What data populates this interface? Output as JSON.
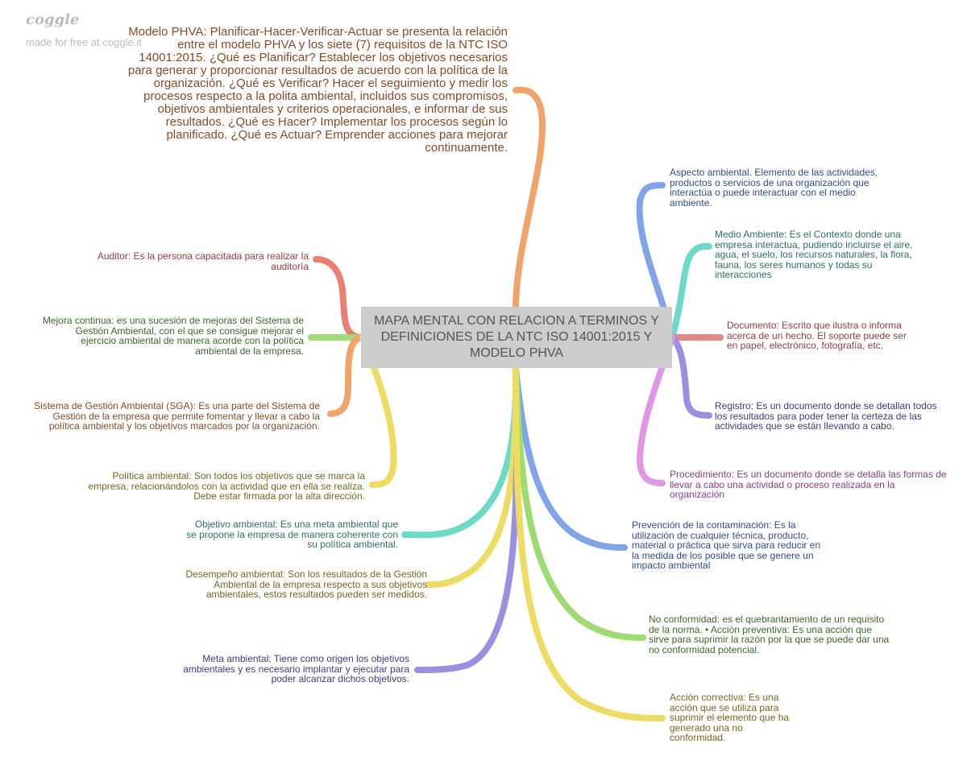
{
  "brand": {
    "logo": "coggle",
    "note": "made for free at coggle.it"
  },
  "center": "MAPA MENTAL CON RELACION A TERMINOS Y DEFINICIONES DE LA NTC ISO 14001:2015 Y MODELO PHVA",
  "colors": {
    "orange": "#f0a46a",
    "blue": "#80a4e8",
    "teal": "#6cdac8",
    "red": "#ea8072",
    "purple": "#9890e0",
    "pink": "#e098e6",
    "green": "#9cdc70",
    "yellow": "#ecdc62",
    "salmon": "#e48880",
    "center_bg": "#cccccc"
  },
  "nodes": {
    "phva": "Modelo PHVA: Planificar-Hacer-Verificar-Actuar se presenta la relación entre el modelo PHVA y los siete (7) requisitos de la NTC ISO 14001:2015. ¿Qué es Planificar? Establecer los objetivos necesarios para generar y proporcionar resultados de acuerdo con la política de la organización. ¿Qué es Verificar? Hacer el seguimiento y medir los procesos respecto a la polita ambiental, incluidos sus compromisos, objetivos ambientales y criterios operacionales, e informar de sus resultados. ¿Qué es Hacer? Implementar los procesos según lo planificado. ¿Qué es Actuar? Emprender acciones para mejorar continuamente.",
    "auditor": "Auditor: Es la persona capacitada para realizar la auditoría",
    "mejora": "Mejora continua: es una sucesión de mejoras del Sistema de Gestión Ambiental, con el que se consigue mejorar el ejercicio ambiental de manera acorde con la política ambiental de la empresa.",
    "sga": "Sistema de Gestión Ambiental (SGA): Es una parte del Sistema de Gestión de la empresa que permite fomentar y llevar a cabo la política ambiental y los objetivos marcados por la organización.",
    "politica": "Política ambiental: Son todos los objetivos que se marca la empresa, relacionándolos con la actividad que en ella se realiza. Debe estar firmada por la alta dirección.",
    "objetivo": "Objetivo ambiental: Es una meta ambiental que se propone la empresa de manera coherente con su política ambiental.",
    "desempeno": "Desempeño ambiental: Son los resultados de la Gestión Ambiental de la empresa respecto a sus objetivos ambientales, estos resultados pueden ser medidos.",
    "meta": "Meta ambiental: Tiene como origen los objetivos ambientales y es necesario implantar y ejecutar para poder alcanzar dichos objetivos.",
    "aspecto": "Aspecto ambiental. Elemento de las actividades, productos o servicios de una organización que interactúa o puede interactuar con el medio ambiente.",
    "medio": "Medio Ambiente: Es el Contexto donde una empresa interactua, pudiendo incluirse el aire, agua, el suelo, los recursos naturales, la flora, fauna, los seres humanos y todas su interacciones",
    "documento": "Documento: Escrito que ilustra o informa acerca de un hecho. El soporte puede ser en papel, electrónico, fotografía, etc.",
    "registro": "Registro: Es un documento donde se detallan todos los resultados para poder tener la certeza de las actividades que se están llevando a cabo.",
    "procedimiento": "Procedimiento: Es un documento donde se detalla las formas de llevar a cabo una actividad o proceso realizada en la organización",
    "prevencion": "Prevención de la contaminación: Es la utilización de cualquier técnica, producto, material o práctica que sirva para reducir en la medida de los posible que se genere un impacto ambiental",
    "noconf": "No conformidad: es el quebrantamiento de un requisito de la norma. • Acción preventiva: Es una acción que sirve para suprimir la razón por la que se puede dar una no conformidad potencial.",
    "correctiva": "Acción correctiva: Es una acción que se utiliza para suprimir el elemento que ha generado una no conformidad."
  }
}
